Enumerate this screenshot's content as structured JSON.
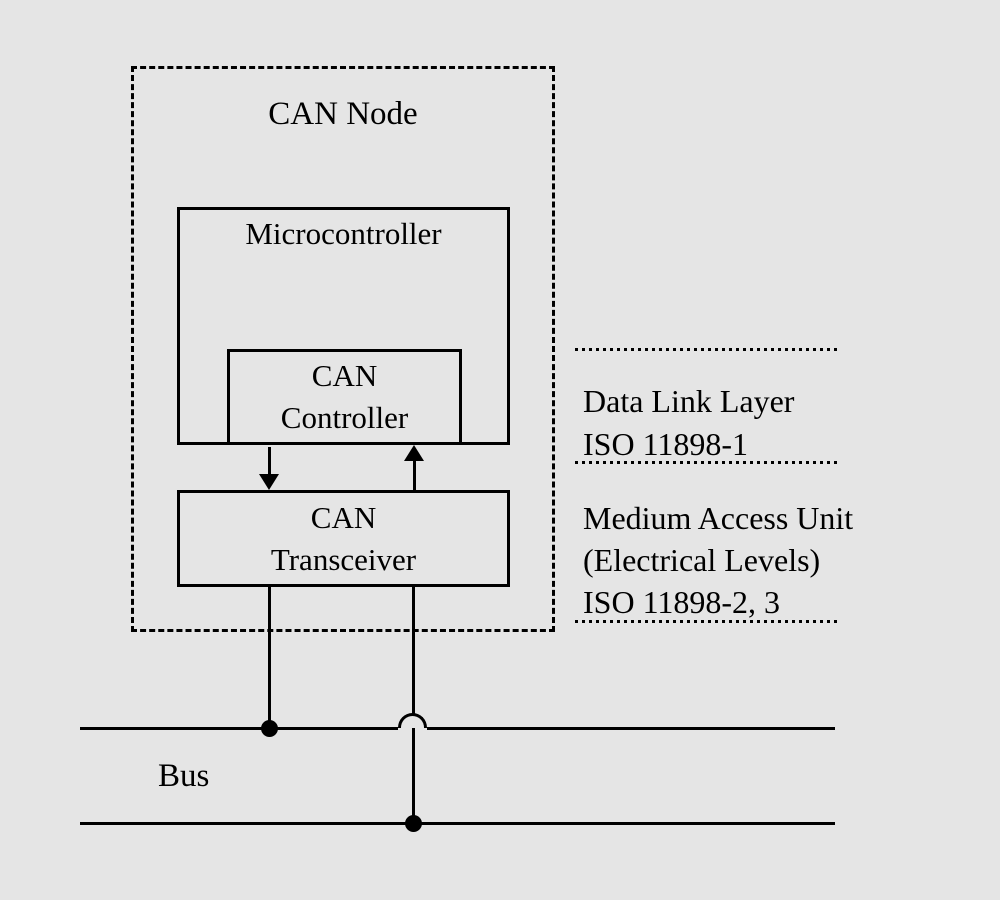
{
  "diagram": {
    "node_title": "CAN Node",
    "microcontroller_label": "Microcontroller",
    "can_controller": {
      "line1": "CAN",
      "line2": "Controller"
    },
    "can_transceiver": {
      "line1": "CAN",
      "line2": "Transceiver"
    },
    "bus_label": "Bus",
    "layers": {
      "data_link": {
        "name": "Data Link Layer",
        "standard": "ISO 11898-1"
      },
      "medium_access": {
        "name": "Medium Access Unit",
        "detail": "(Electrical Levels)",
        "standard": "ISO 11898-2, 3"
      }
    },
    "colors": {
      "background": "#e5e5e5",
      "line": "#000000",
      "text": "#000000"
    }
  }
}
